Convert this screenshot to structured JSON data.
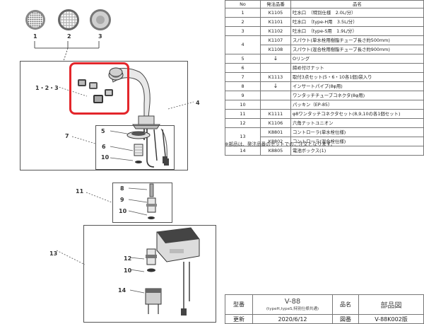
{
  "callouts": {
    "n1": "1",
    "n2": "2",
    "n3": "3",
    "n123": "1・2・3",
    "n4": "4",
    "n5": "5",
    "n6": "6",
    "n7": "7",
    "n8": "8",
    "n9": "9",
    "n10a": "10",
    "n10b": "10",
    "n10c": "10",
    "n11": "11",
    "n12": "12",
    "n13": "13",
    "n14": "14"
  },
  "table": {
    "headers": [
      "No",
      "発注品番",
      "品名"
    ],
    "rows": [
      {
        "no": "1",
        "code": "K1105",
        "name": "吐水口　（特別仕様　2.0L/分）"
      },
      {
        "no": "2",
        "code": "K1101",
        "name": "吐水口　（type-H用　3.5L/分）"
      },
      {
        "no": "3",
        "code": "K1102",
        "name": "吐水口　（type-S用　1.9L/分）"
      },
      {
        "no": "4",
        "code": "K1107",
        "name": "スパウト(単水栓用樹脂チューブ長さ約500mm)"
      },
      {
        "no": "",
        "code": "K1108",
        "name": "スパウト(混合栓用樹脂チューブ長さ約900mm)"
      },
      {
        "no": "5",
        "code": "↓",
        "name": "Oリング"
      },
      {
        "no": "6",
        "code": "",
        "name": "締め付けナット"
      },
      {
        "no": "7",
        "code": "K1113",
        "name": "取付3点セット(5・6・10各1個)袋入り"
      },
      {
        "no": "8",
        "code": "↓",
        "name": "インサートパイプ(8φ用)"
      },
      {
        "no": "9",
        "code": "",
        "name": "ワンタッチチューブコネクタ(8φ用)"
      },
      {
        "no": "10",
        "code": "",
        "name": "パッキン（EP-85）"
      },
      {
        "no": "11",
        "code": "K1111",
        "name": "φ8ワンタッチコネクタセット(8,9,10の各1個セット)"
      },
      {
        "no": "12",
        "code": "K1106",
        "name": "六角ナットユニオン"
      },
      {
        "no": "13",
        "code": "K8801",
        "name": "コントローラ(単水栓仕様)"
      },
      {
        "no": "",
        "code": "K8802",
        "name": "コントローラ(混合栓仕様)"
      },
      {
        "no": "14",
        "code": "K8805",
        "name": "電池ボックス(1)"
      }
    ]
  },
  "note": "※部品は、発注品番のセットでのご注文となります。",
  "title_block": {
    "label_model": "型番",
    "model": "V-88",
    "model_sub": "(typeH,typeS,特別仕様共通)",
    "label_name": "品名",
    "name": "部品図",
    "label_update": "更新",
    "date": "2020/6/12",
    "label_drawing": "図番",
    "drawing_no": "V-88K002版"
  },
  "colors": {
    "highlight": "#e3262b",
    "line": "#555555",
    "part_dark": "#444444",
    "part_light": "#d9d9d9"
  }
}
